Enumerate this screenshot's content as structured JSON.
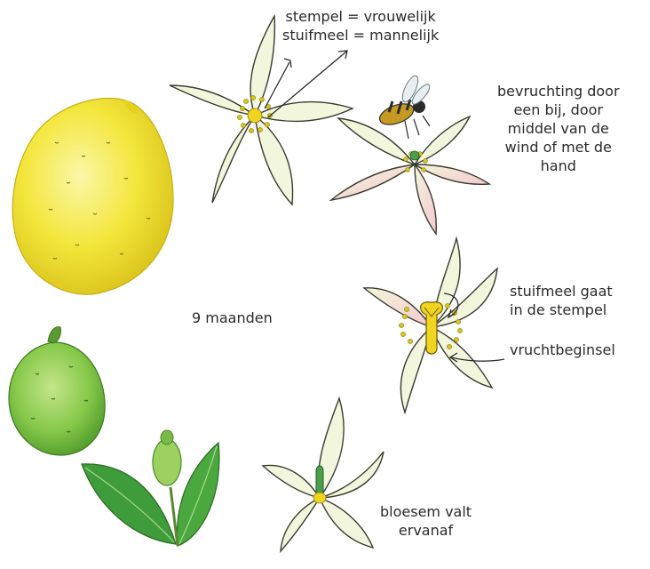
{
  "labels": {
    "pistil_line1": "stempel = vrouwelijk",
    "pistil_line2": "stuifmeel = mannelijk",
    "pollination_line1": "bevruchting door",
    "pollination_line2": "een bij, door",
    "pollination_line3": "middel van de",
    "pollination_line4": "wind of met de",
    "pollination_line5": "hand",
    "pollen_line1": "stuifmeel gaat",
    "pollen_line2": "in de stempel",
    "ovary": "vruchtbeginsel",
    "months": "9 maanden",
    "drop_line1": "bloesem valt",
    "drop_line2": "ervanaf"
  },
  "colors": {
    "petal_fill": "#f2f6dc",
    "petal_pink": "#f6dce0",
    "outline": "#3a3a2e",
    "stamen": "#d8c51a",
    "pistil": "#f0d420",
    "lemon": "#f3e63a",
    "lime": "#86c84a",
    "leaf": "#3f9c3a",
    "bee": "#c49a22"
  }
}
